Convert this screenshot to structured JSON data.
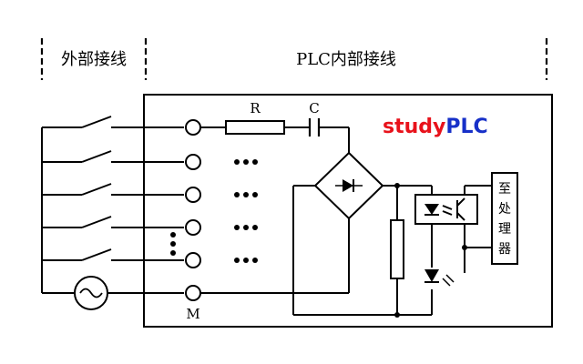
{
  "labels": {
    "external_wiring": "外部接线",
    "plc_internal_wiring": "PLC内部接线",
    "resistor": "R",
    "capacitor": "C",
    "common_terminal": "M",
    "brand_part1": "study",
    "brand_part2": "PLC",
    "processor_lines": [
      "至",
      "处",
      "理",
      "器"
    ]
  },
  "colors": {
    "brand_part1": "#e8121b",
    "brand_part2": "#1730c8",
    "line": "#000000",
    "background": "#ffffff"
  },
  "icons": {
    "ac_source": "sine-wave-in-circle",
    "input_terminal": "open-circle-terminal",
    "bridge_rectifier": "diode-bridge",
    "optocoupler": "led-phototransistor",
    "indicator_led": "light-emitting-diode"
  },
  "input_switch_count": 5
}
